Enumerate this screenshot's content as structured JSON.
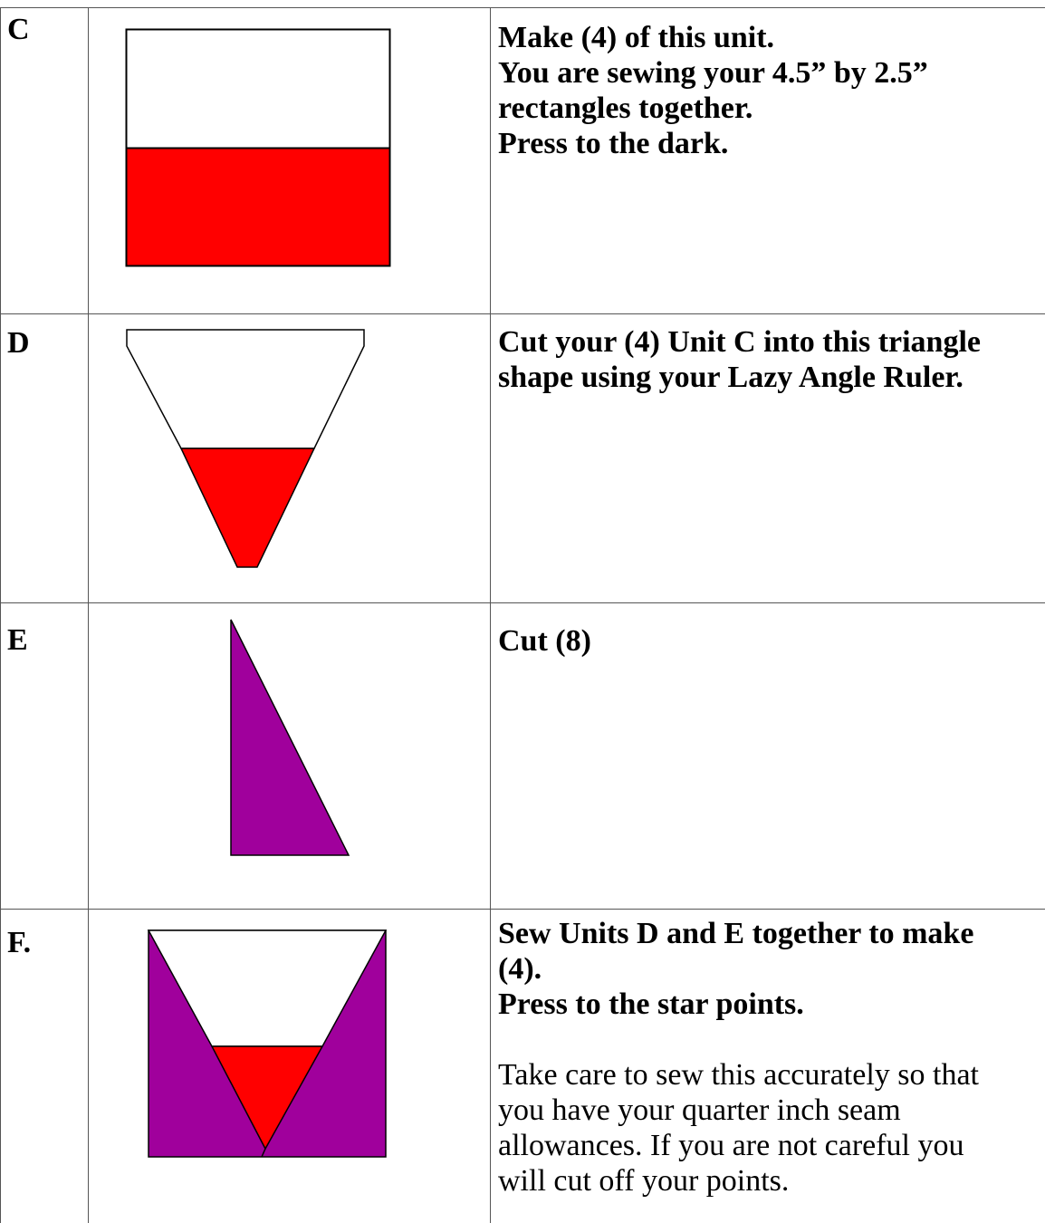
{
  "colors": {
    "red": "#ff0000",
    "purple": "#a0009c",
    "white": "#ffffff",
    "outline": "#000000"
  },
  "rows": [
    {
      "label": "C",
      "shape": "rectangle-unit-red-white",
      "lines": [
        "Make (4) of this unit.",
        "You are sewing your 4.5” by 2.5”",
        "rectangles together.",
        "Press to the dark."
      ]
    },
    {
      "label": "D",
      "shape": "triangle-cut-unit",
      "lines": [
        "Cut your (4) Unit C into this triangle",
        "shape using your Lazy Angle Ruler."
      ]
    },
    {
      "label": "E",
      "shape": "purple-right-triangle",
      "lines": [
        "Cut (8)"
      ]
    },
    {
      "label": "F.",
      "shape": "star-point-unit",
      "lines": [
        "Sew Units D and E together to make",
        "(4).",
        "Press to the star points."
      ],
      "note_lines": [
        "Take care to sew this accurately so that",
        "you have your quarter inch seam",
        "allowances.  If you are not careful you",
        "will cut off your points."
      ]
    }
  ]
}
